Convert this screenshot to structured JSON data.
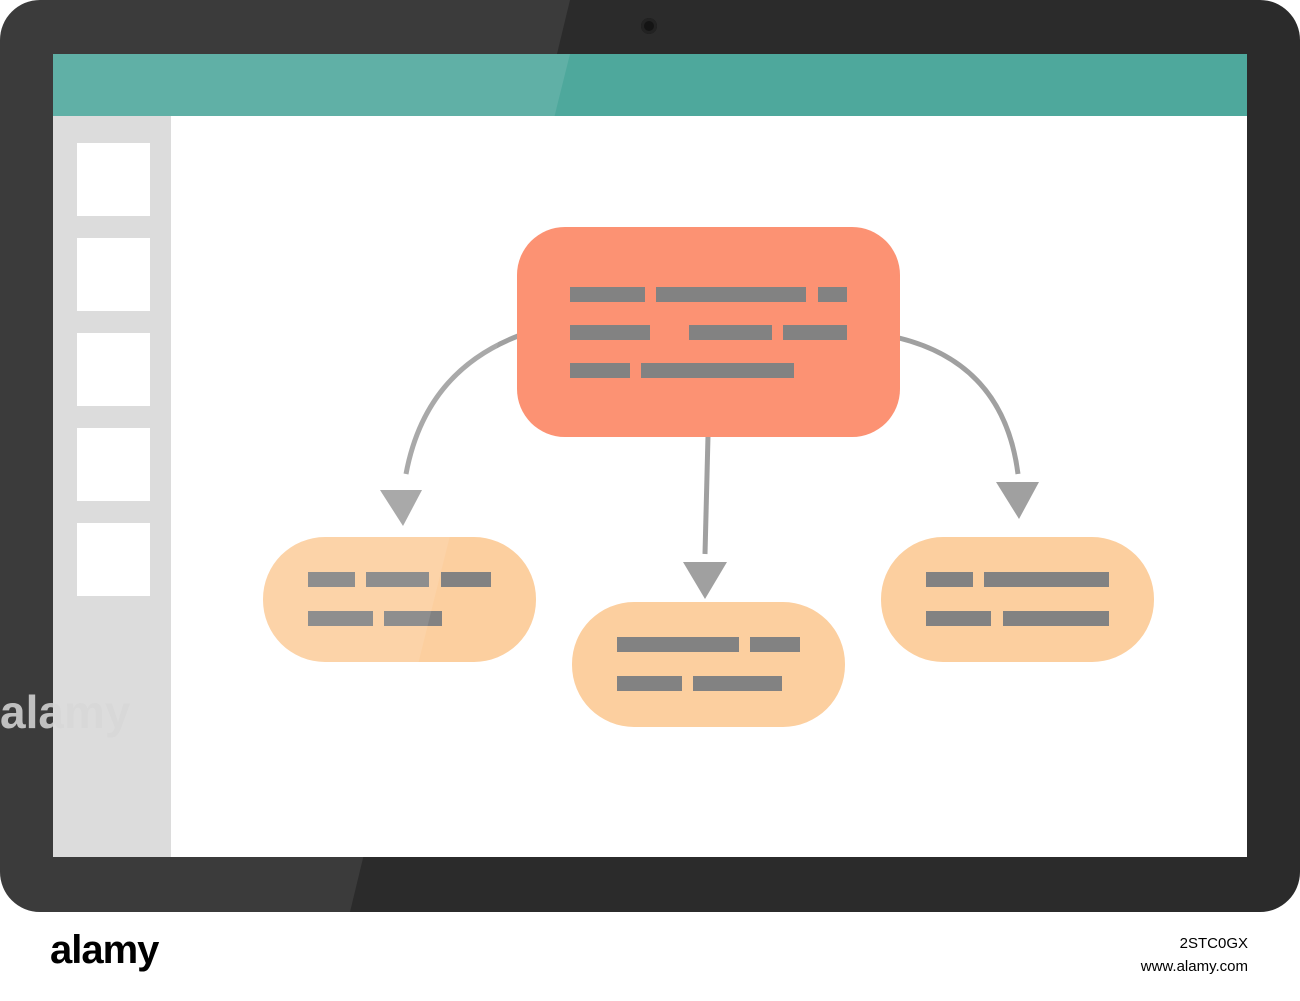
{
  "colors": {
    "bezel": "#2b2b2b",
    "titlebar": "#4ea89c",
    "sidebar": "#d8d8d8",
    "canvas": "#ffffff",
    "main_node": "#fc9273",
    "child_node": "#fccf9f",
    "text_placeholder": "#828282",
    "arrow": "#a0a0a0"
  },
  "sidebar": {
    "thumbnails": [
      {},
      {},
      {},
      {},
      {}
    ]
  },
  "diagram": {
    "nodes": [
      {
        "id": "main",
        "role": "parent",
        "lines": [
          3,
          3,
          2
        ]
      },
      {
        "id": "left",
        "role": "child",
        "lines": [
          3,
          2
        ]
      },
      {
        "id": "center",
        "role": "child",
        "lines": [
          2,
          2
        ]
      },
      {
        "id": "right",
        "role": "child",
        "lines": [
          2,
          2
        ]
      }
    ],
    "edges": [
      {
        "from": "main",
        "to": "left"
      },
      {
        "from": "main",
        "to": "center"
      },
      {
        "from": "main",
        "to": "right"
      }
    ]
  },
  "watermark": {
    "logo": "alamy",
    "image_id": "2STC0GX",
    "url": "www.alamy.com"
  }
}
